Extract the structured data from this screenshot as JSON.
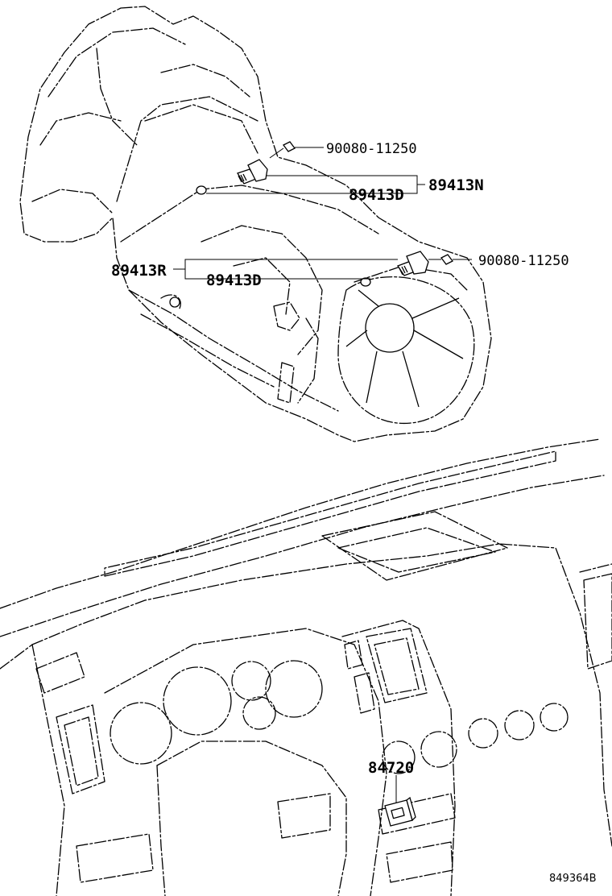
{
  "diagram": {
    "diagram_id": "849364B",
    "labels": {
      "bolt_top": "90080-11250",
      "sensor_group_n": "89413N",
      "oring_top": "89413D",
      "sensor_group_r": "89413R",
      "oring_bottom": "89413D",
      "bolt_right": "90080-11250",
      "switch": "84720"
    }
  }
}
